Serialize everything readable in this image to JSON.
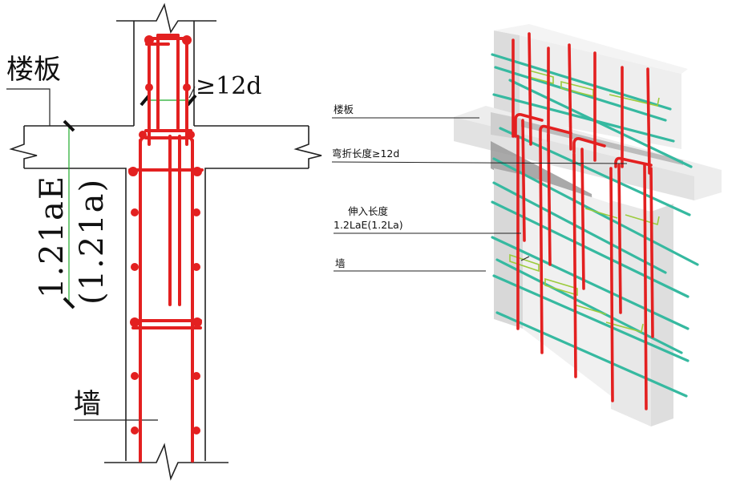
{
  "section": {
    "floor_label": "楼板",
    "bend_label": "≥12d",
    "anchor_label": "1.21aE",
    "anchor_label_alt": "(1.21a)",
    "wall_label": "墙"
  },
  "perspective": {
    "floor_label": "楼板",
    "bend_label": "弯折长度≥12d",
    "extend_label": "伸入长度",
    "extend_value": "1.2LaE(1.2La)",
    "wall_label": "墙"
  },
  "colors": {
    "rebar": "#e32020",
    "distribution": "#36b9a0",
    "tie": "#9ccb3c",
    "dimension": "#1faa2a",
    "concrete": "#e6e6e6",
    "line": "#222222"
  }
}
